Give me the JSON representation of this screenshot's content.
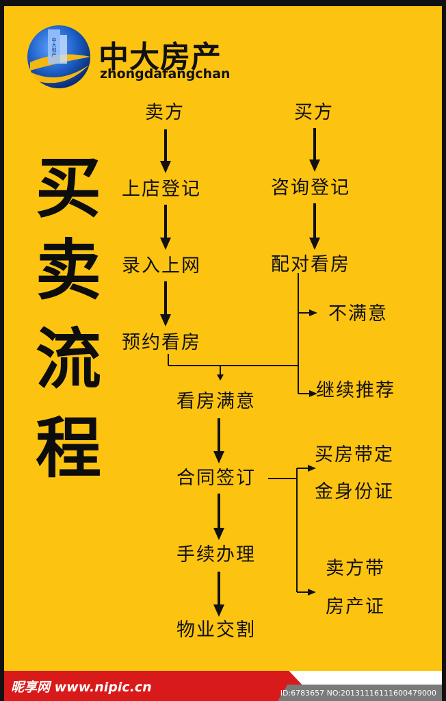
{
  "brand": {
    "name": "中大房产",
    "pinyin": "zhongdafangchan",
    "logo_text": "中大地产"
  },
  "title": [
    "买",
    "卖",
    "流",
    "程"
  ],
  "flow": {
    "seller_column": [
      "卖方",
      "上店登记",
      "录入上网",
      "预约看房"
    ],
    "buyer_column": [
      "买方",
      "咨询登记",
      "配对看房"
    ],
    "buyer_branches": [
      "不满意",
      "继续推荐"
    ],
    "main_steps": [
      "看房满意",
      "合同签订",
      "手续办理",
      "物业交割"
    ],
    "contract_notes": {
      "buyer_note": [
        "买房带定",
        "金身份证"
      ],
      "seller_note": [
        "卖方带",
        "房产证"
      ]
    }
  },
  "footer": {
    "site": "昵享网 www.nipic.cn",
    "image_id": "ID:6783657 NO:20131116111600479000"
  },
  "colors": {
    "background": "#FDC311",
    "text": "#111111",
    "logo_blue": "#1C5FC6",
    "logo_yellow": "#F5B80F",
    "footer_red": "#D91A1A"
  }
}
